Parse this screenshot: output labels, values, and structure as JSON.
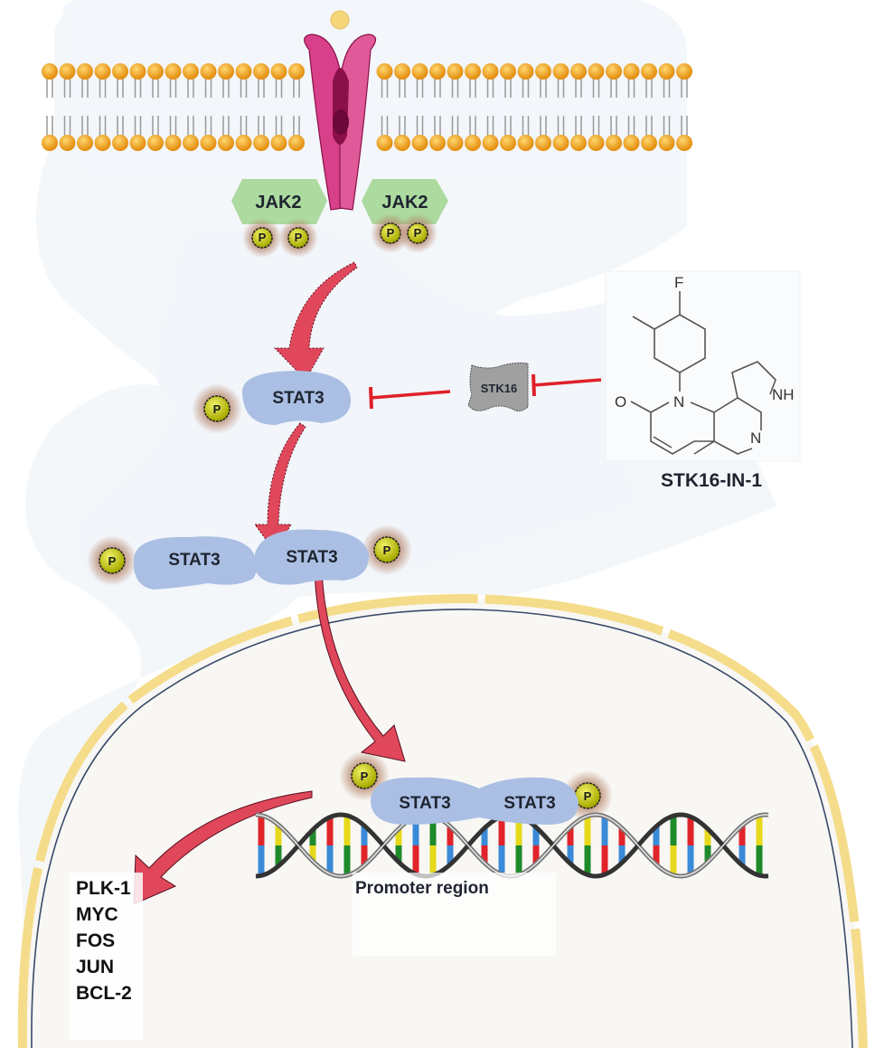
{
  "diagram": {
    "title": "JAK2/STAT3 signaling inhibited via STK16 by STK16-IN-1",
    "colors": {
      "cytoplasm": "#f3f6fa",
      "membrane_head": "#f0a020",
      "receptor": "#d9408a",
      "receptor_dark": "#8a1048",
      "ligand": "#f5d77a",
      "jak2": "#a8d89a",
      "stat3": "#aabfe3",
      "phospho": "#c8cc10",
      "phospho_halo": "#b5856a",
      "arrow": "#e0475a",
      "inhibit": "#e0202a",
      "stk16": "#a0a0a0",
      "nucleus_fill": "#f8f7f4",
      "nuclear_envelope": "#f5dc8a",
      "dna_red": "#e0242a",
      "dna_blue": "#3a8ad8",
      "dna_yellow": "#e6d81a",
      "dna_green": "#1f8a2a"
    },
    "nodes": {
      "ligand": "ligand",
      "receptor": "cytokine receptor",
      "jak2_left": "JAK2",
      "jak2_right": "JAK2",
      "phospho": "P",
      "stat3_monomer": "STAT3",
      "stat3_dimer_a": "STAT3",
      "stat3_dimer_b": "STAT3",
      "stat3_nuclear_a": "STAT3",
      "stat3_nuclear_b": "STAT3",
      "stk16": "STK16",
      "inhibitor_name": "STK16-IN-1",
      "promoter_label": "Promoter region"
    },
    "chemical_atoms": {
      "fluorine": "F",
      "nitrogen_ring": "N",
      "oxygen": "O",
      "nh": "NH",
      "nitrogen_pyridine": "N"
    },
    "target_genes": [
      "PLK-1",
      "MYC",
      "FOS",
      "JUN",
      "BCL-2"
    ],
    "edges": [
      {
        "from": "JAK2",
        "to": "STAT3",
        "type": "activation"
      },
      {
        "from": "STAT3",
        "to": "STAT3 dimer",
        "type": "activation"
      },
      {
        "from": "STAT3 dimer",
        "to": "nucleus",
        "type": "translocation"
      },
      {
        "from": "STAT3 dimer (nuclear)",
        "to": "target genes",
        "type": "transcription"
      },
      {
        "from": "STK16",
        "to": "STAT3",
        "type": "inhibition"
      },
      {
        "from": "STK16-IN-1",
        "to": "STK16",
        "type": "inhibition"
      }
    ]
  }
}
